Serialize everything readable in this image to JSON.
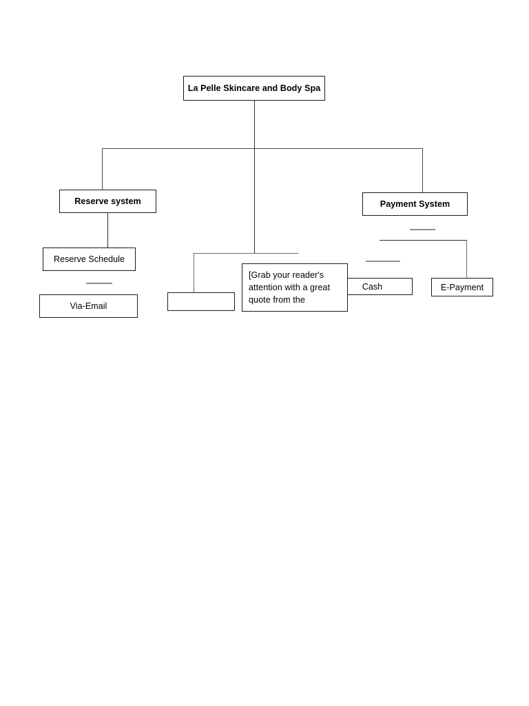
{
  "document": {
    "title": "La Pelle Skincare and Body Spa",
    "page_background": "#ffffff",
    "box_border_color": "#1a1a1a",
    "line_color": "#4a4a4a",
    "faint_line_color": "#8e8e8e"
  },
  "diagram": {
    "type": "hierarchy-tree",
    "root": {
      "id": "root",
      "label": "La Pelle Skincare and Body Spa",
      "bold": true
    },
    "branches": [
      {
        "id": "reserve-system",
        "label": "Reserve system",
        "bold": true,
        "children": [
          {
            "id": "reserve-schedule",
            "label": "Reserve Schedule",
            "bold": false
          },
          {
            "id": "via-email",
            "label": "Via-Email",
            "bold": false
          }
        ]
      },
      {
        "id": "payment-system",
        "label": "Payment System",
        "bold": true,
        "children": [
          {
            "id": "cash",
            "label": "Cash",
            "bold": false
          },
          {
            "id": "e-payment",
            "label": "E-Payment",
            "bold": false
          }
        ]
      }
    ],
    "callout": {
      "id": "quote-placeholder",
      "label": "[Grab your reader's attention with a great quote from the"
    },
    "blank_node": {
      "id": "unlabeled-box",
      "label": ""
    }
  }
}
